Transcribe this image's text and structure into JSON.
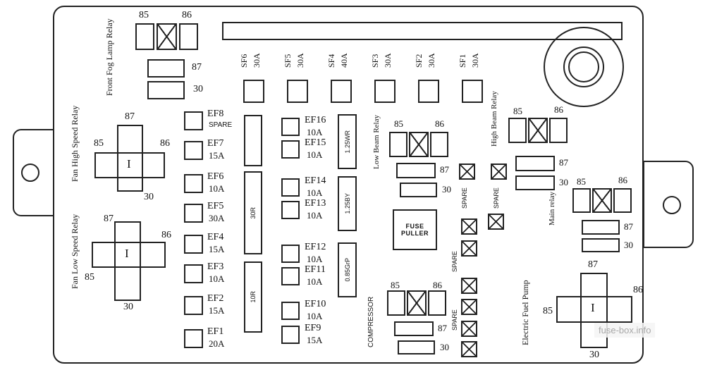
{
  "watermark": "fuse-box.info",
  "pins": {
    "p85": "85",
    "p86": "86",
    "p87": "87",
    "p30": "30"
  },
  "labels": {
    "front_fog": "Front Fog Lamp Relay",
    "fan_high": "Fan High Speed Relay",
    "fan_low": "Fan Low Speed Relay",
    "low_beam": "Low Beam Relay",
    "high_beam": "High Beam Relay",
    "main_relay": "Main relay",
    "compressor": "COMPRESSOR",
    "fuel_pump": "Electric Fuel Pump",
    "spare": "SPARE",
    "center_contact": "I",
    "fuse_puller_line1": "FUSE",
    "fuse_puller_line2": "PULLER"
  },
  "top_fuses": [
    {
      "name": "SF6",
      "amp": "30A"
    },
    {
      "name": "SF5",
      "amp": "30A"
    },
    {
      "name": "SF4",
      "amp": "40A"
    },
    {
      "name": "SF3",
      "amp": "30A"
    },
    {
      "name": "SF2",
      "amp": "30A"
    },
    {
      "name": "SF1",
      "amp": "30A"
    }
  ],
  "ef_left": {
    "items": [
      {
        "name": "EF8",
        "amp": "SPARE"
      },
      {
        "name": "EF7",
        "amp": "15A"
      },
      {
        "name": "EF6",
        "amp": "10A"
      },
      {
        "name": "EF5",
        "amp": "30A"
      },
      {
        "name": "EF4",
        "amp": "15A"
      },
      {
        "name": "EF3",
        "amp": "10A"
      },
      {
        "name": "EF2",
        "amp": "15A"
      },
      {
        "name": "EF1",
        "amp": "20A"
      }
    ],
    "wire_mid": "30R",
    "wire_bottom": "10R"
  },
  "ef_mid": {
    "items": [
      {
        "name": "EF16",
        "amp": "10A"
      },
      {
        "name": "EF15",
        "amp": "10A"
      },
      {
        "name": "EF14",
        "amp": "10A"
      },
      {
        "name": "EF13",
        "amp": "10A"
      },
      {
        "name": "EF12",
        "amp": "10A"
      },
      {
        "name": "EF11",
        "amp": "10A"
      },
      {
        "name": "EF10",
        "amp": "10A"
      },
      {
        "name": "EF9",
        "amp": "15A"
      }
    ],
    "wires": [
      "1.25WR",
      "1.25BY",
      "0.85GrP"
    ]
  }
}
